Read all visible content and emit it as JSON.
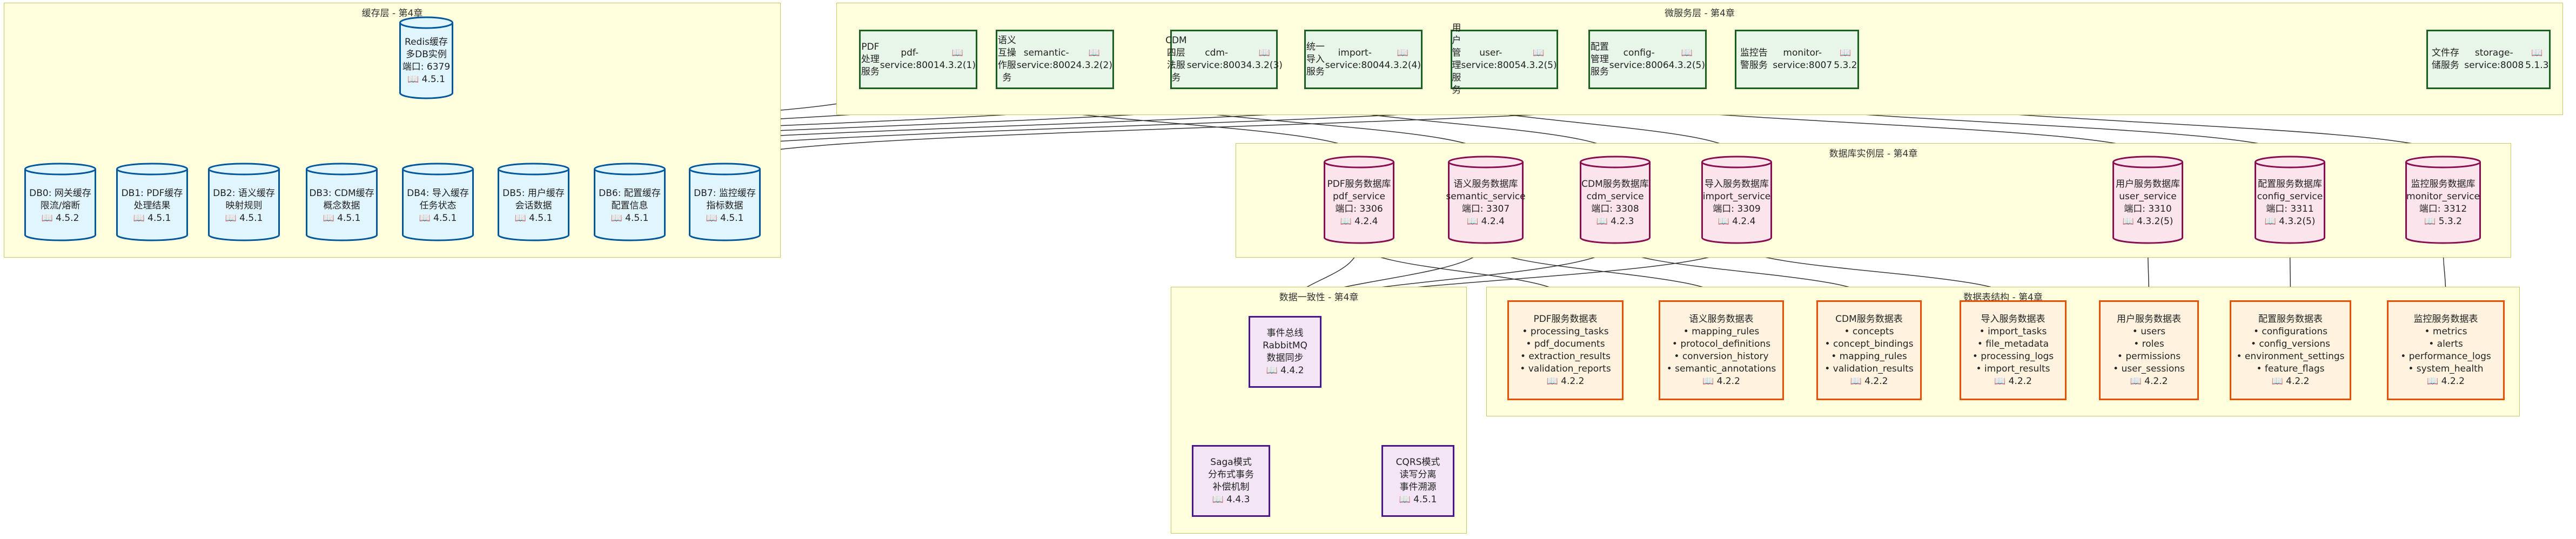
{
  "groups": {
    "cache": {
      "title": "缓存层 - 第4章"
    },
    "micro": {
      "title": "微服务层 - 第4章"
    },
    "dbinst": {
      "title": "数据库实例层 - 第4章"
    },
    "consistency": {
      "title": "数据一致性 - 第4章"
    },
    "tables": {
      "title": "数据表结构 - 第4章"
    }
  },
  "services": [
    {
      "id": "pdf",
      "name": "PDF处理服务",
      "host": "pdf-service:8001",
      "ref": "📖 4.3.2(1)"
    },
    {
      "id": "sem",
      "name": "语义互操作服务",
      "host": "semantic-service:8002",
      "ref": "📖 4.3.2(2)"
    },
    {
      "id": "cdm",
      "name": "CDM四层法服务",
      "host": "cdm-service:8003",
      "ref": "📖 4.3.2(3)"
    },
    {
      "id": "imp",
      "name": "统一导入服务",
      "host": "import-service:8004",
      "ref": "📖 4.3.2(4)"
    },
    {
      "id": "usr",
      "name": "用户管理服务",
      "host": "user-service:8005",
      "ref": "📖 4.3.2(5)"
    },
    {
      "id": "cfg",
      "name": "配置管理服务",
      "host": "config-service:8006",
      "ref": "📖 4.3.2(5)"
    },
    {
      "id": "mon",
      "name": "监控告警服务",
      "host": "monitor-service:8007",
      "ref": "📖 5.3.2"
    },
    {
      "id": "sto",
      "name": "文件存储服务",
      "host": "storage-service:8008",
      "ref": "📖 5.1.3"
    }
  ],
  "redis": {
    "text": "Redis缓存\n多DB实例\n端口: 6379\n📖 4.5.1"
  },
  "caches": [
    {
      "id": "db0",
      "text": "DB0: 网关缓存\n限流/熔断\n📖 4.5.2"
    },
    {
      "id": "db1",
      "text": "DB1: PDF缓存\n处理结果\n📖 4.5.1"
    },
    {
      "id": "db2",
      "text": "DB2: 语义缓存\n映射规则\n📖 4.5.1"
    },
    {
      "id": "db3",
      "text": "DB3: CDM缓存\n概念数据\n📖 4.5.1"
    },
    {
      "id": "db4",
      "text": "DB4: 导入缓存\n任务状态\n📖 4.5.1"
    },
    {
      "id": "db5",
      "text": "DB5: 用户缓存\n会话数据\n📖 4.5.1"
    },
    {
      "id": "db6",
      "text": "DB6: 配置缓存\n配置信息\n📖 4.5.1"
    },
    {
      "id": "db7",
      "text": "DB7: 监控缓存\n指标数据\n📖 4.5.1"
    }
  ],
  "databases": [
    {
      "id": "pdfdb",
      "text": "PDF服务数据库\npdf_service\n端口: 3306\n📖 4.2.4"
    },
    {
      "id": "semdb",
      "text": "语义服务数据库\nsemantic_service\n端口: 3307\n📖 4.2.4"
    },
    {
      "id": "cdmdb",
      "text": "CDM服务数据库\ncdm_service\n端口: 3308\n📖 4.2.3"
    },
    {
      "id": "impdb",
      "text": "导入服务数据库\nimport_service\n端口: 3309\n📖 4.2.4"
    },
    {
      "id": "usrdb",
      "text": "用户服务数据库\nuser_service\n端口: 3310\n📖 4.3.2(5)"
    },
    {
      "id": "cfgdb",
      "text": "配置服务数据库\nconfig_service\n端口: 3311\n📖 4.3.2(5)"
    },
    {
      "id": "mondb",
      "text": "监控服务数据库\nmonitor_service\n端口: 3312\n📖 5.3.2"
    }
  ],
  "consistency": [
    {
      "id": "bus",
      "text": "事件总线\nRabbitMQ\n数据同步\n📖 4.4.2"
    },
    {
      "id": "saga",
      "text": "Saga模式\n分布式事务\n补偿机制\n📖 4.4.3"
    },
    {
      "id": "cqrs",
      "text": "CQRS模式\n读写分离\n事件溯源\n📖 4.5.1"
    }
  ],
  "tables": [
    {
      "id": "pdft",
      "text": "PDF服务数据表\n• processing_tasks\n• pdf_documents\n• extraction_results\n• validation_reports\n📖 4.2.2"
    },
    {
      "id": "semt",
      "text": "语义服务数据表\n• mapping_rules\n• protocol_definitions\n• conversion_history\n• semantic_annotations\n📖 4.2.2"
    },
    {
      "id": "cdmt",
      "text": "CDM服务数据表\n• concepts\n• concept_bindings\n• mapping_rules\n• validation_results\n📖 4.2.2"
    },
    {
      "id": "impt",
      "text": "导入服务数据表\n• import_tasks\n• file_metadata\n• processing_logs\n• import_results\n📖 4.2.2"
    },
    {
      "id": "usrt",
      "text": "用户服务数据表\n• users\n• roles\n• permissions\n• user_sessions\n📖 4.2.2"
    },
    {
      "id": "cfgt",
      "text": "配置服务数据表\n• configurations\n• config_versions\n• environment_settings\n• feature_flags\n📖 4.2.2"
    },
    {
      "id": "mont",
      "text": "监控服务数据表\n• metrics\n• alerts\n• performance_logs\n• system_health\n📖 4.2.2"
    }
  ]
}
